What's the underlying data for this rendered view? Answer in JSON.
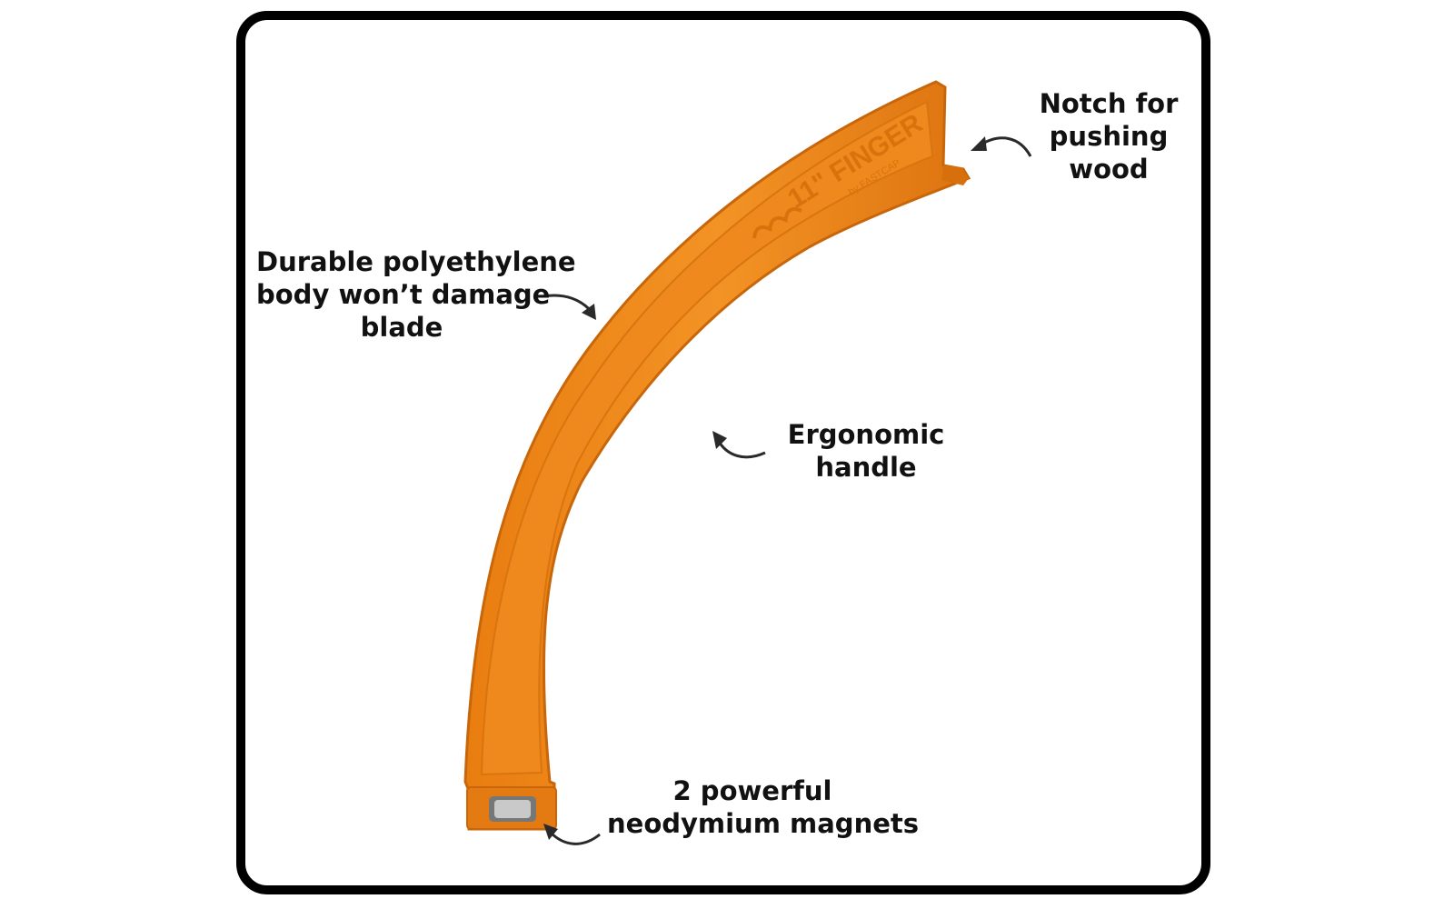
{
  "callouts": {
    "notch": [
      "Notch for",
      "pushing",
      "wood"
    ],
    "body": [
      "Durable polyethylene",
      "body won’t damage",
      "blade"
    ],
    "handle": [
      "Ergonomic",
      "handle"
    ],
    "magnets": [
      "2 powerful",
      "neodymium magnets"
    ]
  },
  "product_mark": {
    "text": "11\" FINGER",
    "sub": "by FASTCAP"
  },
  "colors": {
    "body": "#f08a1c",
    "body_dark": "#d36f0c",
    "body_light": "#f7a23a",
    "frame": "#000000",
    "text": "#111111"
  }
}
